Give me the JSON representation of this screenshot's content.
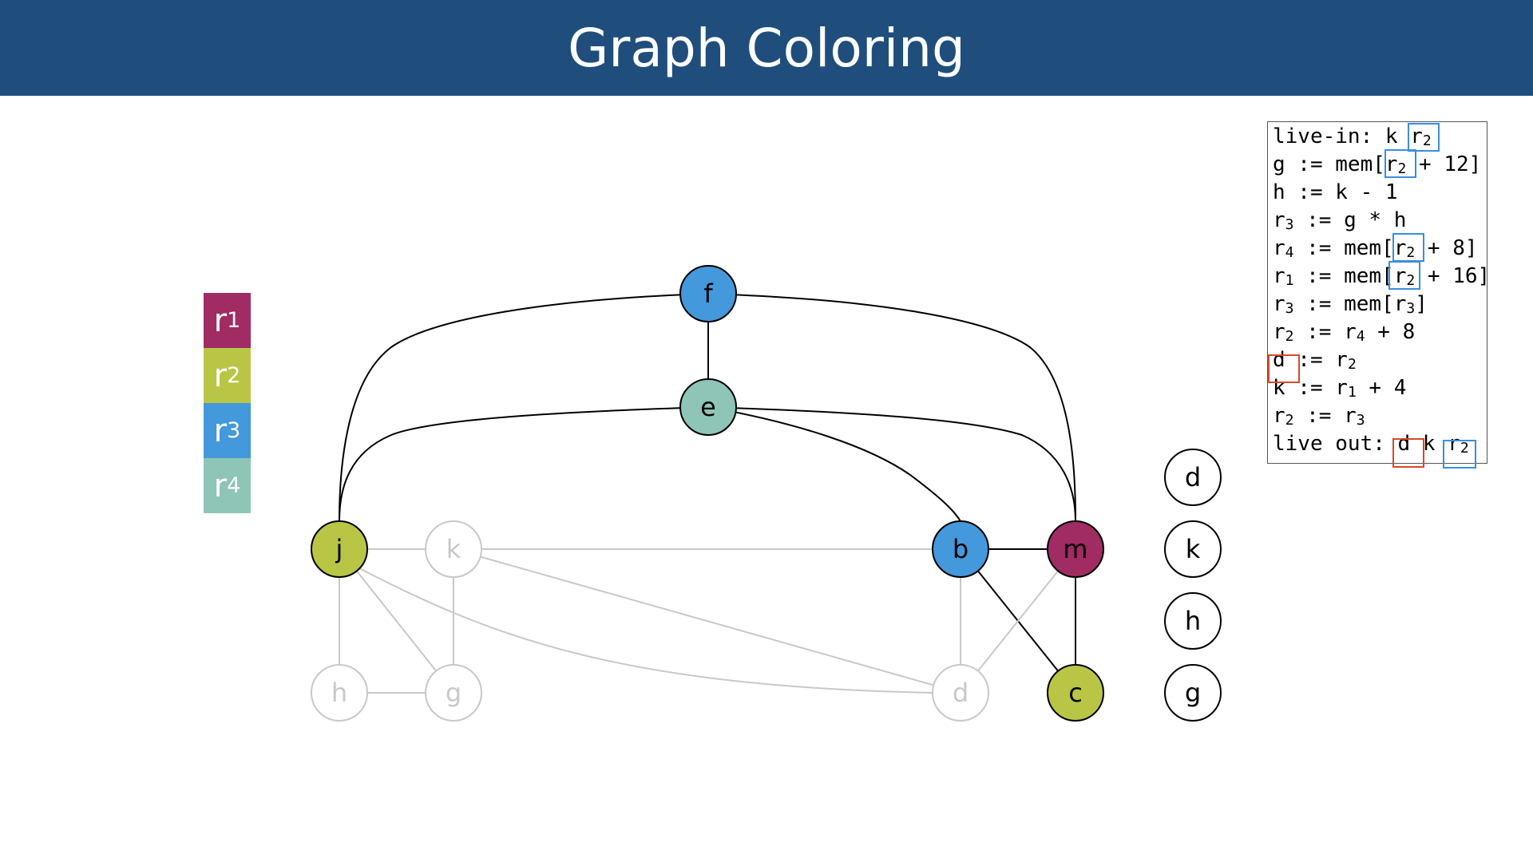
{
  "title": "Graph Coloring",
  "legend": [
    {
      "label": "r",
      "sub": "1",
      "color": "#a12b63"
    },
    {
      "label": "r",
      "sub": "2",
      "color": "#b9c645"
    },
    {
      "label": "r",
      "sub": "3",
      "color": "#4498dc"
    },
    {
      "label": "r",
      "sub": "4",
      "color": "#8ec5b6"
    }
  ],
  "nodes": [
    {
      "id": "f",
      "label": "f",
      "color": "#4498dc",
      "state": "active"
    },
    {
      "id": "e",
      "label": "e",
      "color": "#8ec5b6",
      "state": "active"
    },
    {
      "id": "j",
      "label": "j",
      "color": "#b9c645",
      "state": "active"
    },
    {
      "id": "k",
      "label": "k",
      "color": "#ffffff",
      "state": "faded"
    },
    {
      "id": "b",
      "label": "b",
      "color": "#4498dc",
      "state": "active"
    },
    {
      "id": "m",
      "label": "m",
      "color": "#a12b63",
      "state": "active"
    },
    {
      "id": "h",
      "label": "h",
      "color": "#ffffff",
      "state": "faded"
    },
    {
      "id": "g",
      "label": "g",
      "color": "#ffffff",
      "state": "faded"
    },
    {
      "id": "d",
      "label": "d",
      "color": "#ffffff",
      "state": "faded"
    },
    {
      "id": "c",
      "label": "c",
      "color": "#b9c645",
      "state": "active"
    }
  ],
  "edges": [
    {
      "from": "f",
      "to": "e",
      "state": "active"
    },
    {
      "from": "f",
      "to": "j",
      "state": "active"
    },
    {
      "from": "f",
      "to": "m",
      "state": "active"
    },
    {
      "from": "e",
      "to": "j",
      "state": "active"
    },
    {
      "from": "e",
      "to": "m",
      "state": "active"
    },
    {
      "from": "e",
      "to": "b",
      "state": "active"
    },
    {
      "from": "b",
      "to": "m",
      "state": "active"
    },
    {
      "from": "b",
      "to": "c",
      "state": "active"
    },
    {
      "from": "m",
      "to": "c",
      "state": "active"
    },
    {
      "from": "j",
      "to": "k",
      "state": "faded"
    },
    {
      "from": "j",
      "to": "h",
      "state": "faded"
    },
    {
      "from": "j",
      "to": "g",
      "state": "faded"
    },
    {
      "from": "j",
      "to": "d",
      "state": "faded"
    },
    {
      "from": "k",
      "to": "g",
      "state": "faded"
    },
    {
      "from": "k",
      "to": "b",
      "state": "faded"
    },
    {
      "from": "k",
      "to": "d",
      "state": "faded"
    },
    {
      "from": "h",
      "to": "g",
      "state": "faded"
    },
    {
      "from": "b",
      "to": "d",
      "state": "faded"
    },
    {
      "from": "m",
      "to": "d",
      "state": "faded"
    }
  ],
  "stack": [
    "d",
    "k",
    "h",
    "g"
  ],
  "code": [
    [
      {
        "t": "live-in: k "
      },
      {
        "t": "r",
        "s": "2"
      }
    ],
    [
      {
        "t": "g := mem["
      },
      {
        "t": "r",
        "s": "2"
      },
      {
        "t": " + 12]"
      }
    ],
    [
      {
        "t": "h := k - 1"
      }
    ],
    [
      {
        "t": "r",
        "s": "3"
      },
      {
        "t": " := g * h"
      }
    ],
    [
      {
        "t": "r",
        "s": "4"
      },
      {
        "t": " := mem["
      },
      {
        "t": "r",
        "s": "2"
      },
      {
        "t": " + 8]"
      }
    ],
    [
      {
        "t": "r",
        "s": "1"
      },
      {
        "t": " := mem["
      },
      {
        "t": "r",
        "s": "2"
      },
      {
        "t": " + 16]"
      }
    ],
    [
      {
        "t": "r",
        "s": "3"
      },
      {
        "t": " := mem["
      },
      {
        "t": "r",
        "s": "3"
      },
      {
        "t": "]"
      }
    ],
    [
      {
        "t": "r",
        "s": "2"
      },
      {
        "t": " := "
      },
      {
        "t": "r",
        "s": "4"
      },
      {
        "t": " + 8"
      }
    ],
    [
      {
        "t": "d := "
      },
      {
        "t": "r",
        "s": "2"
      }
    ],
    [
      {
        "t": "k := "
      },
      {
        "t": "r",
        "s": "1"
      },
      {
        "t": " + 4"
      }
    ],
    [
      {
        "t": "r",
        "s": "2"
      },
      {
        "t": " := "
      },
      {
        "t": "r",
        "s": "3"
      }
    ],
    [
      {
        "t": "live out: d k "
      },
      {
        "t": "r",
        "s": "2"
      }
    ]
  ],
  "colors": {
    "header": "#1f4e7d",
    "faded": "#c8c8c8",
    "mark_blue": "#3a8ee0",
    "mark_red": "#d64a2a"
  }
}
